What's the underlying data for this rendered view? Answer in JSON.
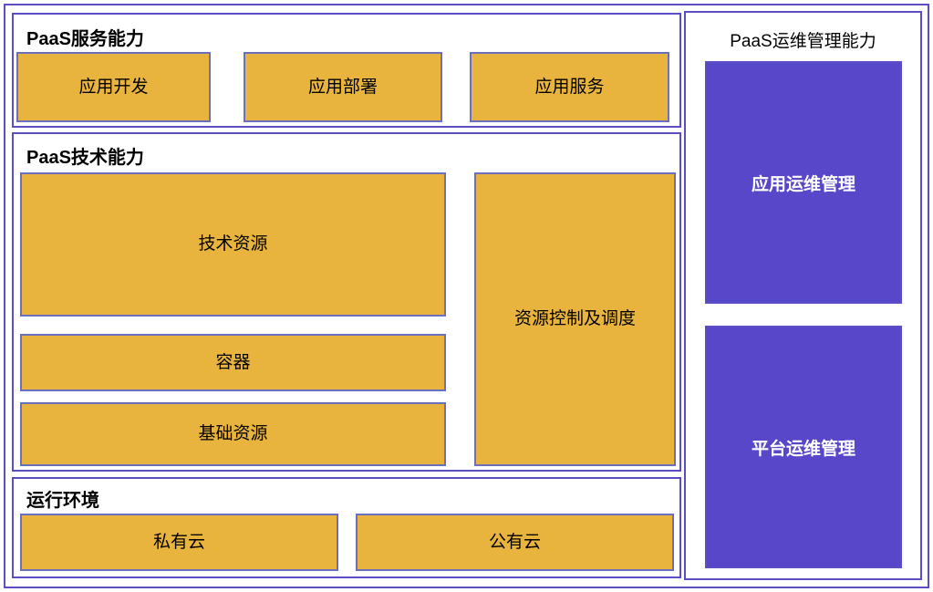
{
  "colors": {
    "gold": "#E8B43D",
    "gold-border": "#6A6FC0",
    "purple": "#5847C9",
    "frame": "#5B4EC5"
  },
  "service": {
    "title": "PaaS服务能力",
    "items": [
      "应用开发",
      "应用部署",
      "应用服务"
    ]
  },
  "tech": {
    "title": "PaaS技术能力",
    "stack": [
      "技术资源",
      "容器",
      "基础资源"
    ],
    "side": "资源控制及调度"
  },
  "runtime": {
    "title": "运行环境",
    "items": [
      "私有云",
      "公有云"
    ]
  },
  "ops": {
    "title": "PaaS运维管理能力",
    "items": [
      "应用运维管理",
      "平台运维管理"
    ]
  }
}
